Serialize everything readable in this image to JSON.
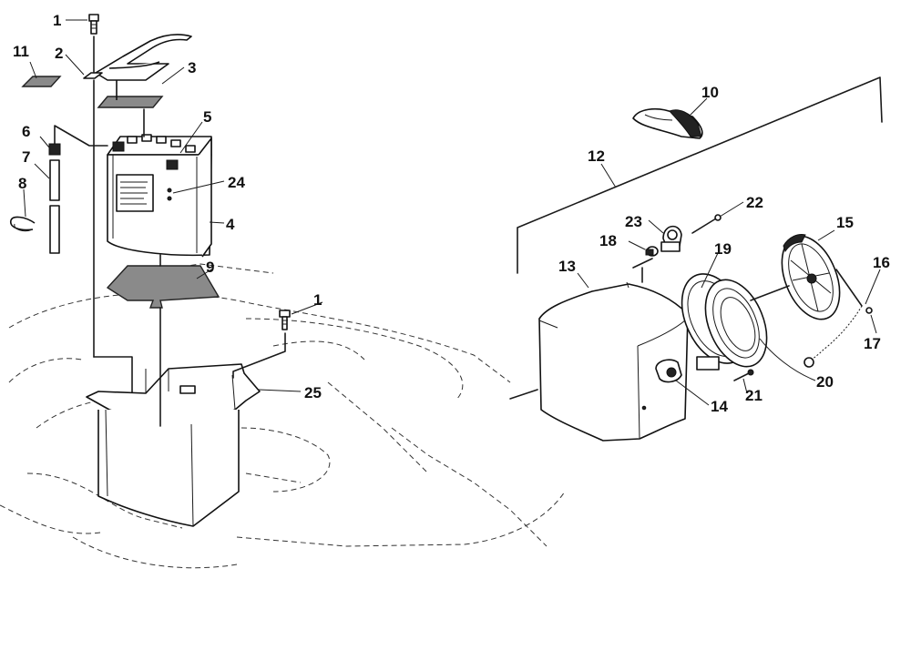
{
  "diagram": {
    "callouts": [
      "1",
      "2",
      "3",
      "4",
      "5",
      "6",
      "7",
      "8",
      "9",
      "10",
      "11",
      "12",
      "13",
      "14",
      "15",
      "16",
      "17",
      "18",
      "19",
      "20",
      "21",
      "22",
      "23",
      "24",
      "25",
      "1"
    ]
  }
}
